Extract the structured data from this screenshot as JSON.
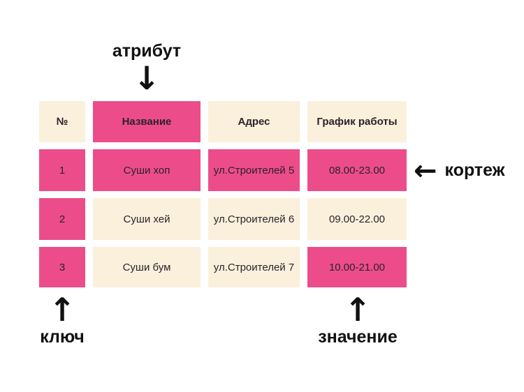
{
  "colors": {
    "background": "#ffffff",
    "pink": "#ec4d8a",
    "cream": "#faf0dc",
    "label_text": "#111111",
    "cell_text": "#2b2229"
  },
  "annotations": {
    "attribute": {
      "label": "атрибут",
      "arrow_glyph": "↓"
    },
    "tuple": {
      "label": "кортеж",
      "arrow_glyph": "←"
    },
    "key": {
      "label": "ключ",
      "arrow_glyph": "↑"
    },
    "value": {
      "label": "значение",
      "arrow_glyph": "↑"
    }
  },
  "table": {
    "headers": [
      {
        "text": "№",
        "variant": "cream"
      },
      {
        "text": "Название",
        "variant": "pink"
      },
      {
        "text": "Адрес",
        "variant": "cream"
      },
      {
        "text": "График работы",
        "variant": "cream"
      }
    ],
    "rows": [
      {
        "cells": [
          {
            "text": "1",
            "variant": "pink"
          },
          {
            "text": "Суши хоп",
            "variant": "pink"
          },
          {
            "text": "ул.Строителей 5",
            "variant": "pink"
          },
          {
            "text": "08.00-23.00",
            "variant": "pink"
          }
        ]
      },
      {
        "cells": [
          {
            "text": "2",
            "variant": "pink"
          },
          {
            "text": "Суши хей",
            "variant": "cream"
          },
          {
            "text": "ул.Строителей 6",
            "variant": "cream"
          },
          {
            "text": "09.00-22.00",
            "variant": "cream"
          }
        ]
      },
      {
        "cells": [
          {
            "text": "3",
            "variant": "pink"
          },
          {
            "text": "Суши бум",
            "variant": "cream"
          },
          {
            "text": "ул.Строителей 7",
            "variant": "cream"
          },
          {
            "text": "10.00-21.00",
            "variant": "pink"
          }
        ]
      }
    ]
  }
}
